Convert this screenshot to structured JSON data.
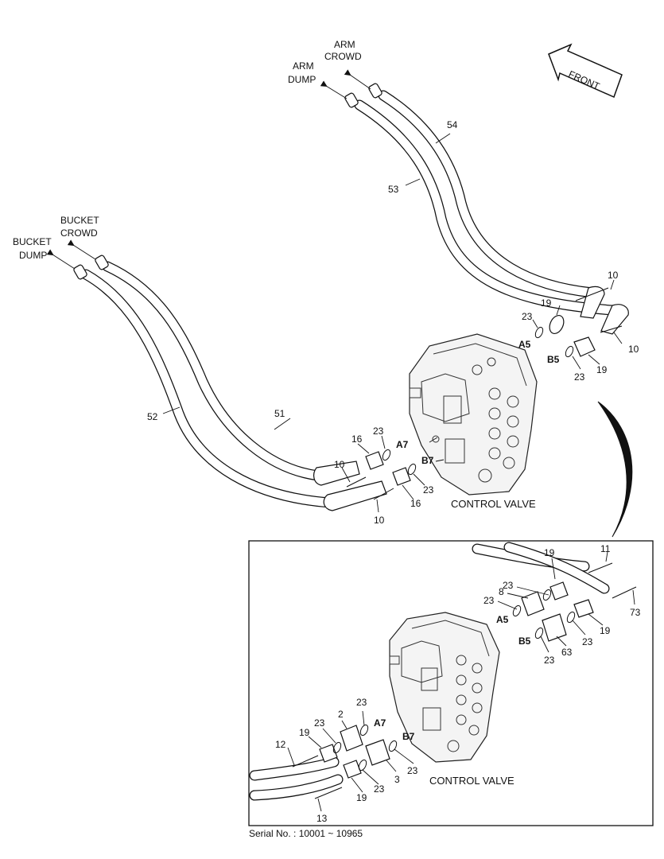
{
  "directions": {
    "arm_crowd": [
      "ARM",
      "CROWD"
    ],
    "arm_dump": [
      "ARM",
      "DUMP"
    ],
    "bucket_crowd": [
      "BUCKET",
      "CROWD"
    ],
    "bucket_dump": [
      "BUCKET",
      "DUMP"
    ],
    "front": "FRONT"
  },
  "main_callouts": {
    "p54": "54",
    "p53": "53",
    "p51": "51",
    "p52": "52",
    "p10_a": "10",
    "p10_b": "10",
    "p10_c": "10",
    "p10_d": "10",
    "p19_a": "19",
    "p19_b": "19",
    "p23_a": "23",
    "p23_b": "23",
    "p23_c": "23",
    "p23_d": "23",
    "p16_a": "16",
    "p16_b": "16"
  },
  "main_ports": {
    "a5": "A5",
    "b5": "B5",
    "a7": "A7",
    "b7": "B7"
  },
  "main_caption": "CONTROL VALVE",
  "detail_callouts": {
    "p11": "11",
    "p19_a": "19",
    "p23_a": "23",
    "p8": "8",
    "p23_b": "23",
    "p73": "73",
    "p23_c": "23",
    "p19_b": "19",
    "p23_d": "23",
    "p63": "63",
    "p23_e": "23",
    "p2": "2",
    "p23_f": "23",
    "p19_c": "19",
    "p12": "12",
    "p23_g": "23",
    "p3": "3",
    "p23_h": "23",
    "p19_d": "19",
    "p13": "13"
  },
  "detail_ports": {
    "a5": "A5",
    "b5": "B5",
    "a7": "A7",
    "b7": "B7"
  },
  "detail_caption": "CONTROL VALVE",
  "serial": "Serial No. : 10001 ~ 10965"
}
